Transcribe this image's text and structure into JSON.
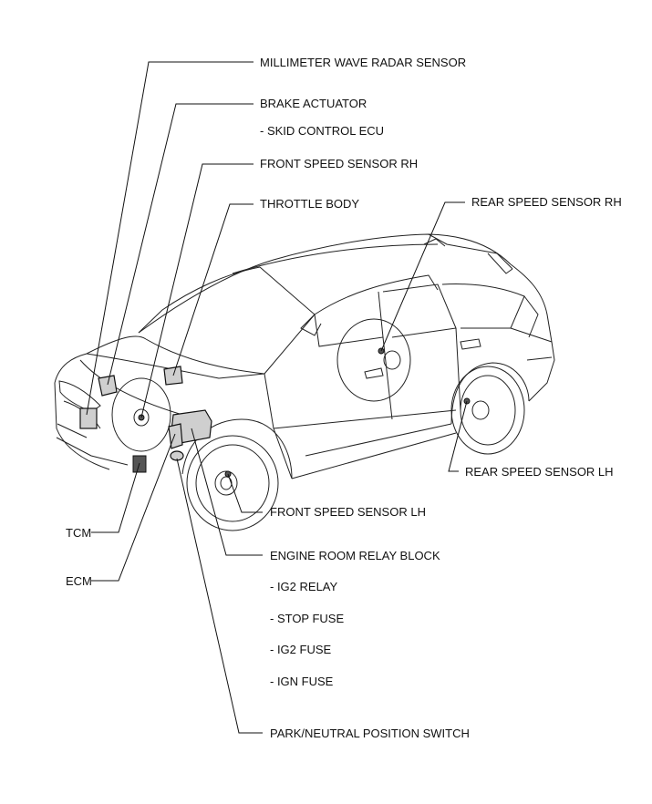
{
  "labels": {
    "millimeter_wave_radar_sensor": "MILLIMETER WAVE RADAR SENSOR",
    "brake_actuator": "BRAKE ACTUATOR",
    "skid_control_ecu": "- SKID CONTROL ECU",
    "front_speed_sensor_rh": "FRONT SPEED SENSOR RH",
    "throttle_body": "THROTTLE BODY",
    "rear_speed_sensor_rh": "REAR SPEED SENSOR RH",
    "rear_speed_sensor_lh": "REAR SPEED SENSOR LH",
    "front_speed_sensor_lh": "FRONT SPEED SENSOR LH",
    "tcm": "TCM",
    "ecm": "ECM",
    "engine_room_relay_block": "ENGINE ROOM RELAY BLOCK",
    "ig2_relay": "- IG2 RELAY",
    "stop_fuse": "- STOP FUSE",
    "ig2_fuse": "- IG2 FUSE",
    "ign_fuse": "- IGN FUSE",
    "park_neutral_position_switch": "PARK/NEUTRAL POSITION SWITCH"
  }
}
